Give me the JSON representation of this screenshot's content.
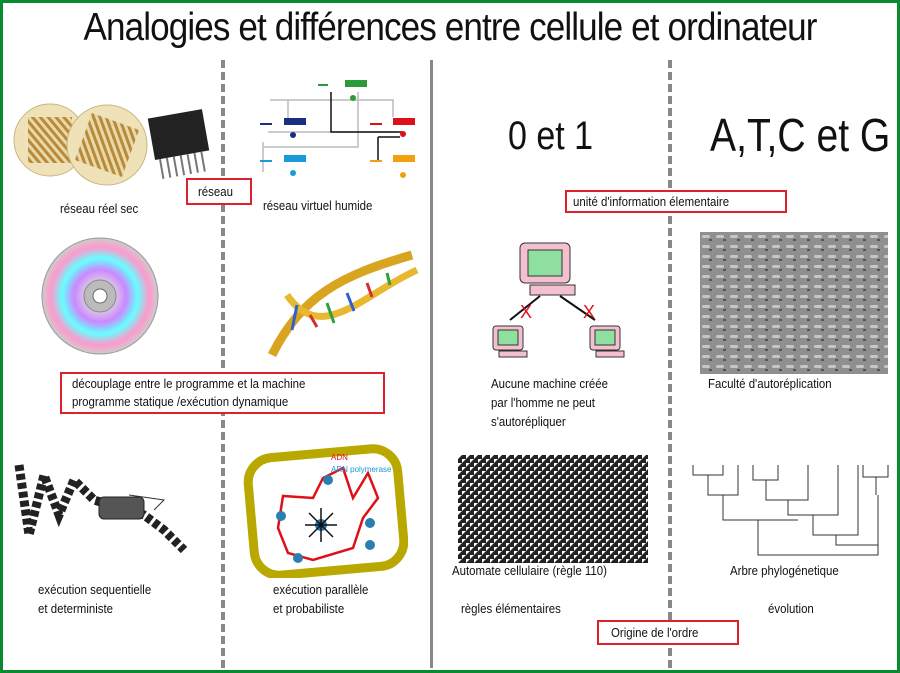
{
  "title": "Analogies et différences entre cellule et ordinateur",
  "colors": {
    "border": "#0a8a2e",
    "box_border": "#e0202a",
    "divider": "#888888"
  },
  "row1": {
    "reseau_label": "réseau",
    "left_caption": "réseau réel sec",
    "right_caption": "réseau virtuel humide",
    "binary": "0 et 1",
    "bases": "A,T,C et G",
    "info_label": "unité d'information élementaire"
  },
  "row2": {
    "decoupling_line1": "découplage entre le programme et  la machine",
    "decoupling_line2": "programme statique /exécution dynamique",
    "machine_line1": "Aucune machine créée",
    "machine_line2": "par l'homme ne peut",
    "machine_line3": "s'autorépliquer",
    "replication": "Faculté d'autoréplication"
  },
  "row3": {
    "adn": "ADN",
    "arn": "ARN polymerase",
    "seq_line1": "exécution sequentielle",
    "seq_line2": " et deterministe",
    "par_line1": "exécution parallèle",
    "par_line2": "et probabiliste",
    "automaton": "Automate cellulaire  (règle 110)",
    "tree": "Arbre phylogénetique",
    "rules": "règles élémentaires",
    "evolution": "évolution",
    "order_label": "Origine de l'ordre"
  }
}
